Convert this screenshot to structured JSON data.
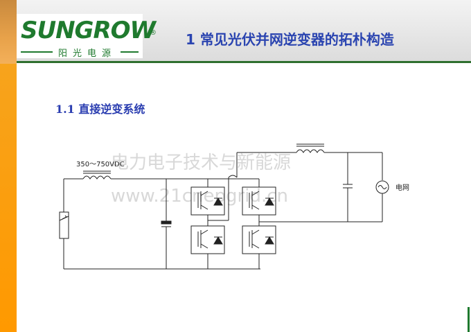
{
  "header": {
    "logo_text": "SUNGROW",
    "logo_registered": "®",
    "logo_subtitle": "阳光电源",
    "page_title": "1 常见光伏并网逆变器的拓朴构造"
  },
  "section": {
    "title": "1.1  直接逆变系统"
  },
  "diagram": {
    "input_voltage_label": "350～750VDC",
    "grid_label": "电网"
  },
  "watermark": {
    "line1": "电力电子技术与新能源",
    "line2": "www.21cnepgrid.cn"
  },
  "colors": {
    "accent_orange": "#ff9900",
    "title_blue": "#2a44b0",
    "brand_green": "#1f7a2e"
  }
}
